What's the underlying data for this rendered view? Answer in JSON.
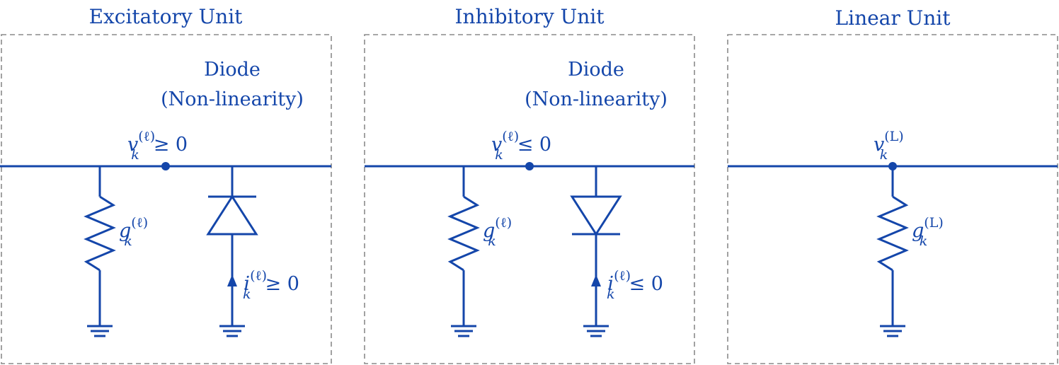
{
  "colors": {
    "wire": "#1446aa",
    "frame": "#8a8a8a",
    "background": "#ffffff"
  },
  "units": [
    {
      "title": "Excitatory Unit",
      "diode_label_line1": "Diode",
      "diode_label_line2": "(Non-linearity)",
      "node_var": "v",
      "node_sub": "k",
      "node_sup": "(ℓ)",
      "node_relation": "≥ 0",
      "resistor_var": "g",
      "resistor_sub": "k",
      "resistor_sup": "(ℓ)",
      "current_var": "i",
      "current_sub": "k",
      "current_sup": "(ℓ)",
      "current_relation": "≥ 0",
      "diode_direction": "points-up"
    },
    {
      "title": "Inhibitory Unit",
      "diode_label_line1": "Diode",
      "diode_label_line2": "(Non-linearity)",
      "node_var": "v",
      "node_sub": "k",
      "node_sup": "(ℓ)",
      "node_relation": "≤ 0",
      "resistor_var": "g",
      "resistor_sub": "k",
      "resistor_sup": "(ℓ)",
      "current_var": "i",
      "current_sub": "k",
      "current_sup": "(ℓ)",
      "current_relation": "≤ 0",
      "diode_direction": "points-down"
    },
    {
      "title": "Linear Unit",
      "node_var": "v",
      "node_sub": "k",
      "node_sup": "(L)",
      "resistor_var": "g",
      "resistor_sub": "k",
      "resistor_sup": "(L)"
    }
  ]
}
